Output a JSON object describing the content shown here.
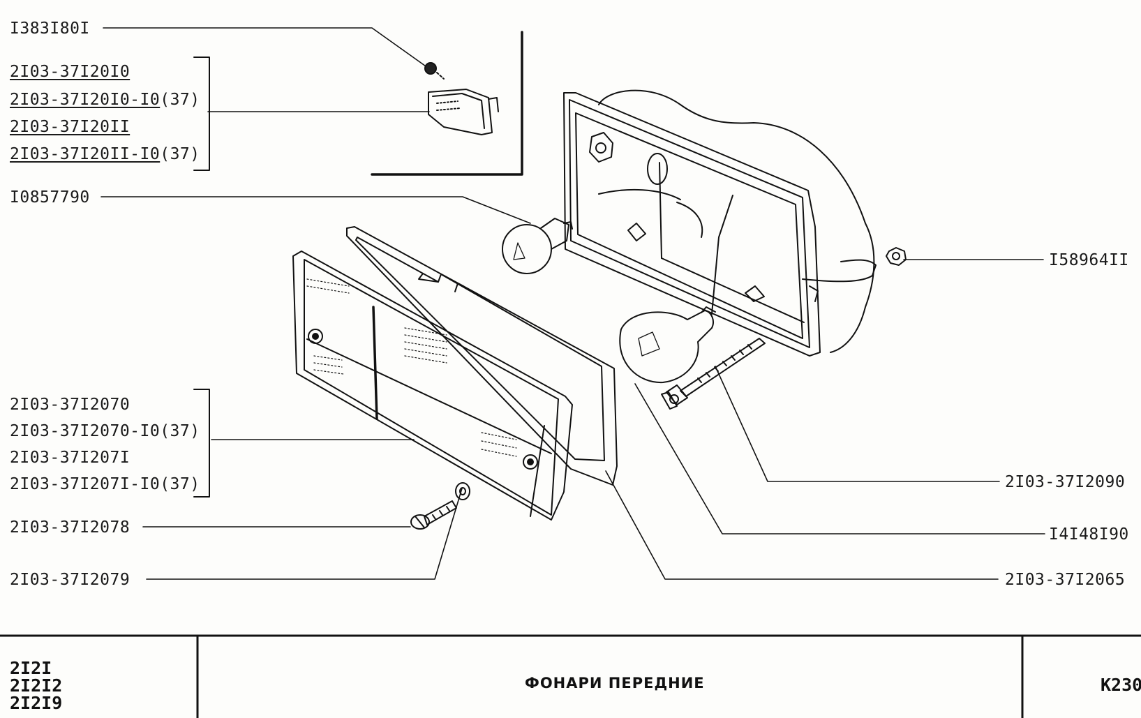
{
  "callouts": {
    "c1": "I383I80I",
    "c2_lines": [
      {
        "main": "2I03-37I20I0",
        "suffix": ""
      },
      {
        "main": "2I03-37I20I0-I0",
        "suffix": "(37)"
      },
      {
        "main": "2I03-37I20II",
        "suffix": ""
      },
      {
        "main": "2I03-37I20II-I0",
        "suffix": "(37)"
      }
    ],
    "c3": "I0857790",
    "c4": "I58964II",
    "c5_lines": [
      "2I03-37I2070",
      "2I03-37I2070-I0(37)",
      "2I03-37I207I",
      "2I03-37I207I-I0(37)"
    ],
    "c6": "2I03-37I2078",
    "c7": "2I03-37I2079",
    "c8": "2I03-37I2090",
    "c9": "I4I48I90",
    "c10": "2I03-37I2065"
  },
  "title_block": {
    "models": [
      "2I2I",
      "2I2I2",
      "2I2I9"
    ],
    "title": "ФОНАРИ ПЕРЕДНИЕ",
    "code": "К230"
  }
}
